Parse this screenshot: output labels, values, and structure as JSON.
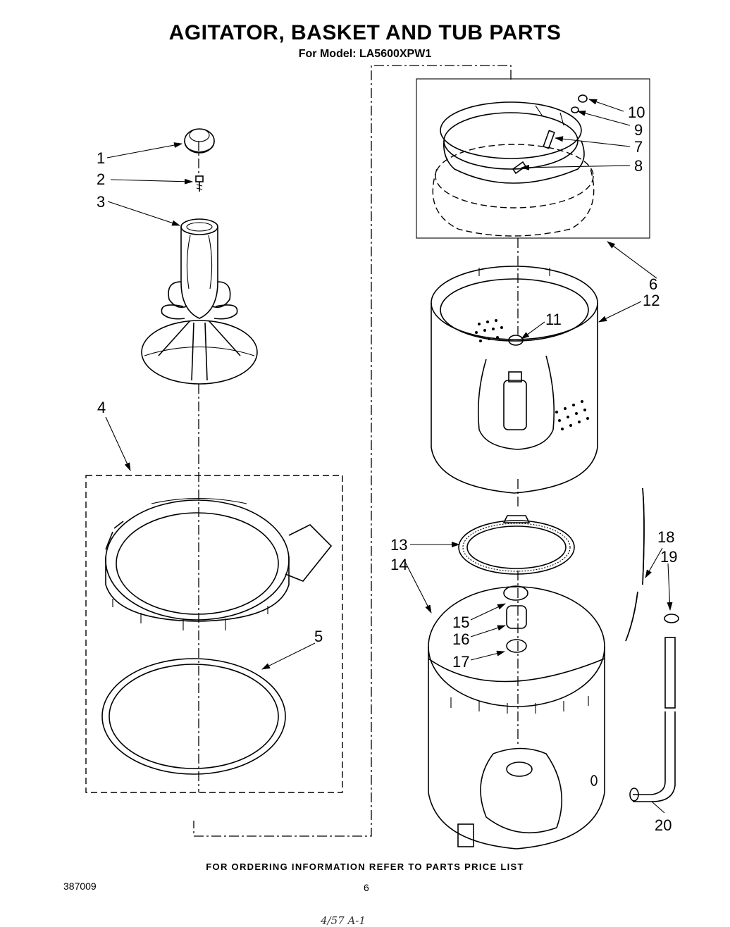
{
  "header": {
    "title": "AGITATOR, BASKET AND TUB PARTS",
    "subtitle": "For Model: LA5600XPW1"
  },
  "callouts": [
    "1",
    "2",
    "3",
    "4",
    "5",
    "6",
    "7",
    "8",
    "9",
    "10",
    "11",
    "12",
    "13",
    "14",
    "15",
    "16",
    "17",
    "18",
    "19",
    "20"
  ],
  "footer": {
    "ordering_note": "FOR ORDERING INFORMATION REFER TO PARTS PRICE LIST",
    "doc_number": "387009",
    "page_number": "6",
    "handwriting": "4/57 A-1"
  }
}
